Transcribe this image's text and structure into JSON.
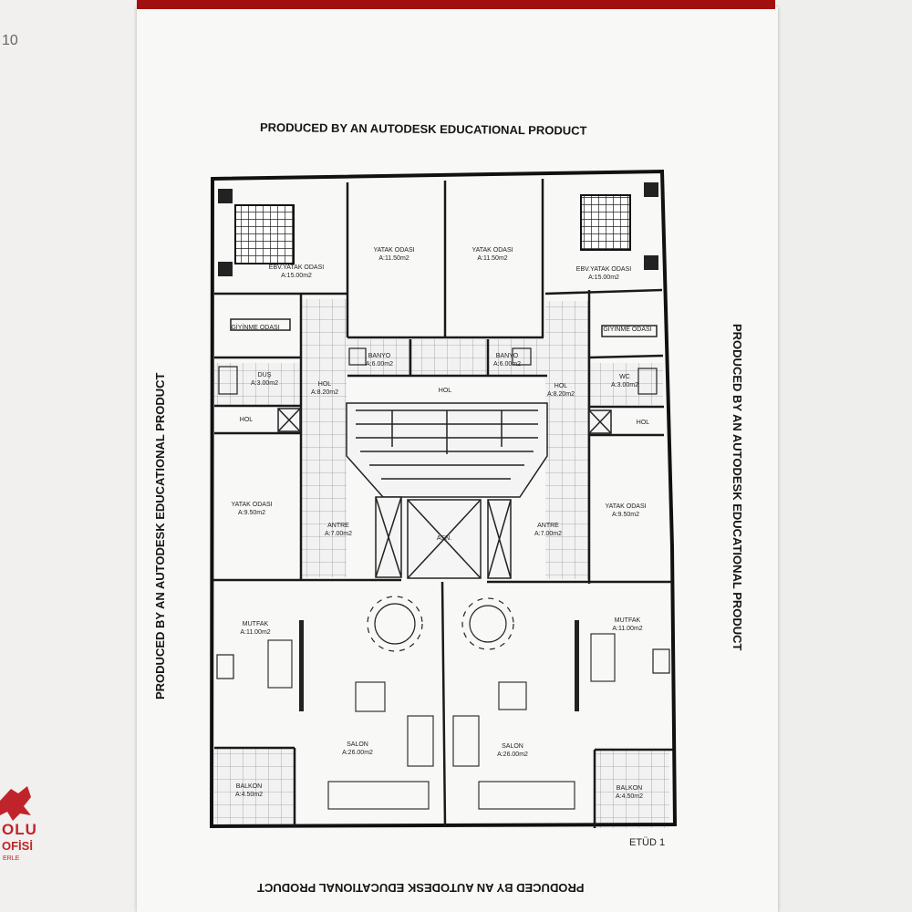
{
  "corner_number": "10",
  "logo": {
    "line1": "OLU",
    "line2": "OFİSİ",
    "line3": "ERLE"
  },
  "watermark_text": "PRODUCED BY AN AUTODESK EDUCATIONAL PRODUCT",
  "sheet_label": "ETÜD 1",
  "rooms": {
    "ebeveyn_left": {
      "name": "EBV.YATAK ODASI",
      "area": "A:15.00m2"
    },
    "ebeveyn_right": {
      "name": "EBV.YATAK ODASI",
      "area": "A:15.00m2"
    },
    "yatak1_left": {
      "name": "YATAK ODASI",
      "area": "A:11.50m2"
    },
    "yatak1_right": {
      "name": "YATAK ODASI",
      "area": "A:11.50m2"
    },
    "giyinme_left": {
      "name": "GİYİNME ODASI"
    },
    "giyinme_right": {
      "name": "GİYİNME ODASI"
    },
    "banyo_left": {
      "name": "BANYO",
      "area": "A:6.00m2"
    },
    "banyo_right": {
      "name": "BANYO",
      "area": "A:6.00m2"
    },
    "dus_left": {
      "name": "DUŞ",
      "area": "A:3.00m2"
    },
    "wc_right": {
      "name": "WC",
      "area": "A:3.00m2"
    },
    "hol_left": {
      "name": "HOL",
      "area": "A:8.20m2"
    },
    "hol_right": {
      "name": "HOL",
      "area": "A:8.20m2"
    },
    "hol_small_left": {
      "name": "HOL"
    },
    "hol_small_right": {
      "name": "HOL"
    },
    "hol_center": {
      "name": "HOL"
    },
    "yatak2_left": {
      "name": "YATAK ODASI",
      "area": "A:9.50m2"
    },
    "yatak2_right": {
      "name": "YATAK ODASI",
      "area": "A:9.50m2"
    },
    "antre_left": {
      "name": "ANTRE",
      "area": "A:7.00m2"
    },
    "antre_right": {
      "name": "ANTRE",
      "area": "A:7.00m2"
    },
    "asansor": {
      "name": "ASN."
    },
    "mutfak_left": {
      "name": "MUTFAK",
      "area": "A:11.00m2"
    },
    "mutfak_right": {
      "name": "MUTFAK",
      "area": "A:11.00m2"
    },
    "salon_left": {
      "name": "SALON",
      "area": "A:26.00m2"
    },
    "salon_right": {
      "name": "SALON",
      "area": "A:26.00m2"
    },
    "balkon_left": {
      "name": "BALKON",
      "area": "A:4.50m2"
    },
    "balkon_right": {
      "name": "BALKON",
      "area": "A:4.50m2"
    }
  }
}
